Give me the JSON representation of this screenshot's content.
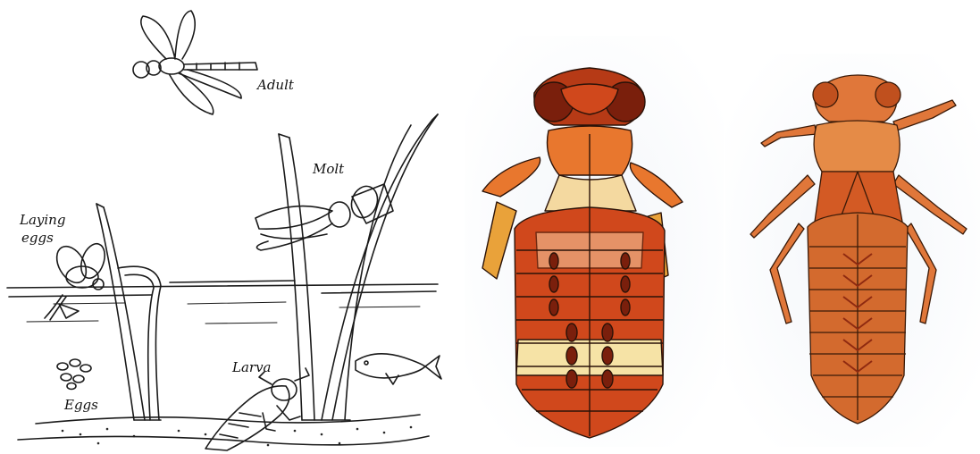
{
  "lifecycle_labels": {
    "adult": "Adult",
    "molt": "Molt",
    "laying_eggs_line1": "Laying",
    "laying_eggs_line2": "eggs",
    "eggs": "Eggs",
    "larva": "Larva"
  },
  "colors": {
    "ink": "#1a1a1a",
    "larva_dark": "#8f2a10",
    "larva_red": "#d0481c",
    "larva_orange": "#e8772e",
    "larva_amber": "#e9a23a",
    "larva_pale": "#f6e3a6",
    "exuvia_body": "#d36a2e",
    "exuvia_light": "#e58b47",
    "background_wash": "#eef3f8"
  }
}
